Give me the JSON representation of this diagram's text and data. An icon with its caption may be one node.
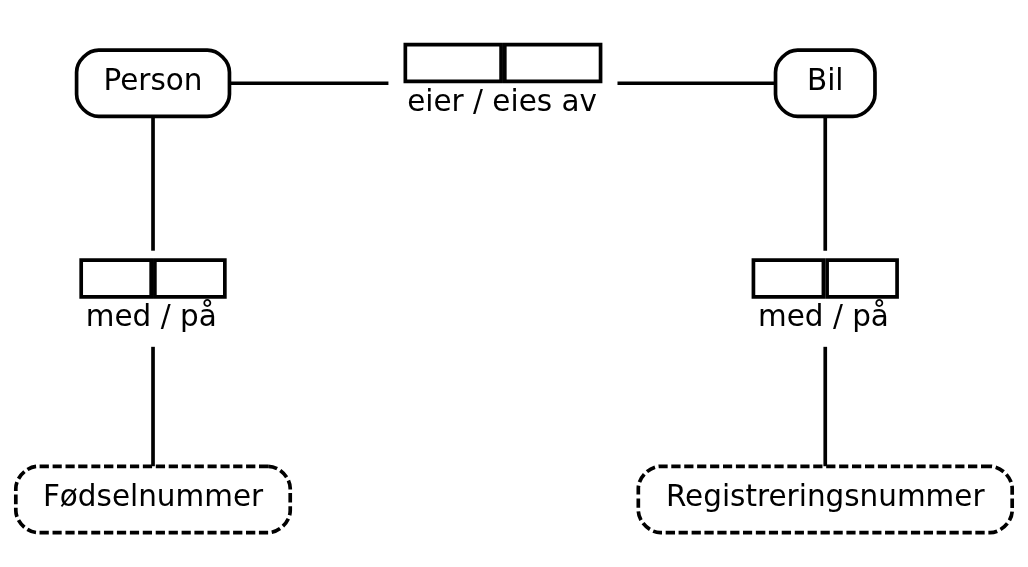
{
  "diagram": {
    "nodes": [
      {
        "text": [
          "Person"
        ]
      },
      {
        "text": [],
        "shape": "box",
        "beside": [
          "eier / eies av"
        ]
      },
      {
        "text": [
          "Bil"
        ]
      },
      {
        "text": [],
        "shape": "box",
        "beside": [
          "med / på"
        ]
      },
      {
        "text": [],
        "shape": "box",
        "beside": [
          "med / på"
        ]
      },
      {
        "text": [
          "Fødselnummer"
        ]
      },
      {
        "text": [
          "Registreringsnummer"
        ]
      }
    ],
    "edges": [
      {
        "from": 0,
        "to": 1,
        "arrow": "none"
      },
      {
        "from": 1,
        "to": 2,
        "arrow": "none"
      },
      {
        "from": 0,
        "to": 3,
        "arrow": "none"
      },
      {
        "from": 3,
        "to": 5,
        "arrow": "none"
      },
      {
        "from": 2,
        "to": 4,
        "arrow": "none"
      },
      {
        "from": 4,
        "to": 6,
        "arrow": "none"
      }
    ]
  }
}
